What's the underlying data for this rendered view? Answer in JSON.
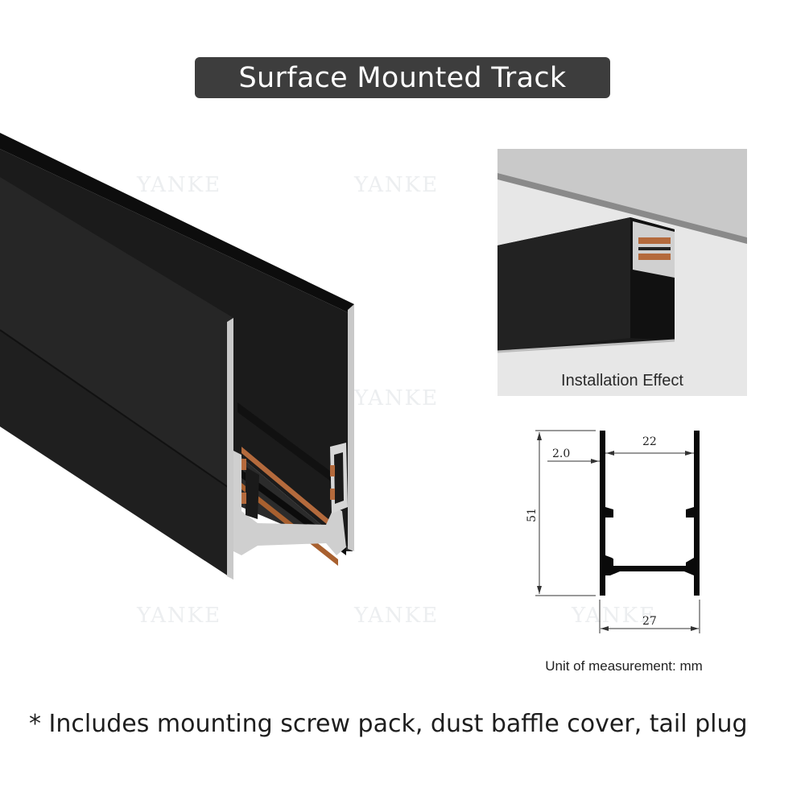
{
  "title": "Surface Mounted Track",
  "watermark": "YANKE",
  "installation_caption": "Installation Effect",
  "dimensions": {
    "width_inner": "22",
    "wall_thickness": "2.0",
    "height": "51",
    "width_outer": "27"
  },
  "unit_note": "Unit of measurement: mm",
  "footnote": "* Includes mounting screw pack, dust baffle cover, tail plug",
  "colors": {
    "badge": "#3d3d3d",
    "track": "#141414",
    "copper": "#b46a3c",
    "aluminum": "#c9c9c9"
  }
}
